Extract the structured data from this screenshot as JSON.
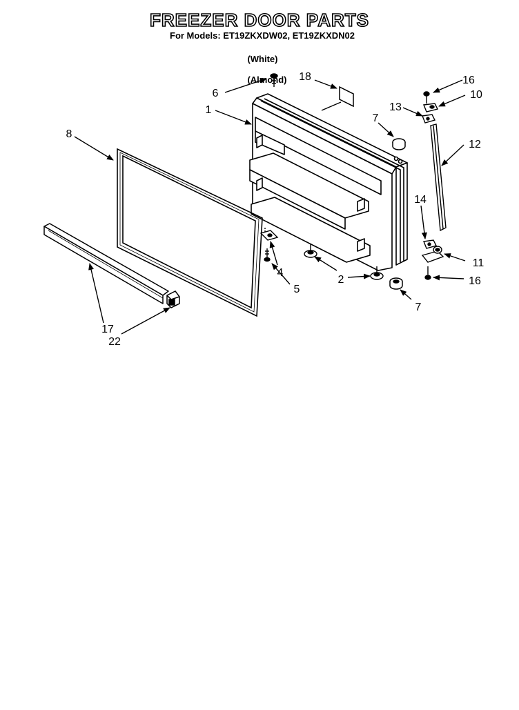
{
  "header": {
    "title": "FREEZER DOOR PARTS",
    "models": "For Models: ET19ZKXDW02, ET19ZKXDN02",
    "variant_white": "(White)",
    "variant_almond": "(Almond)"
  },
  "callouts": {
    "c1": "1",
    "c2": "2",
    "c4": "4",
    "c5": "5",
    "c6": "6",
    "c7a": "7",
    "c7b": "7",
    "c8": "8",
    "c10": "10",
    "c11": "11",
    "c12": "12",
    "c13": "13",
    "c14": "14",
    "c16a": "16",
    "c16b": "16",
    "c17": "17",
    "c18": "18",
    "c22": "22"
  }
}
